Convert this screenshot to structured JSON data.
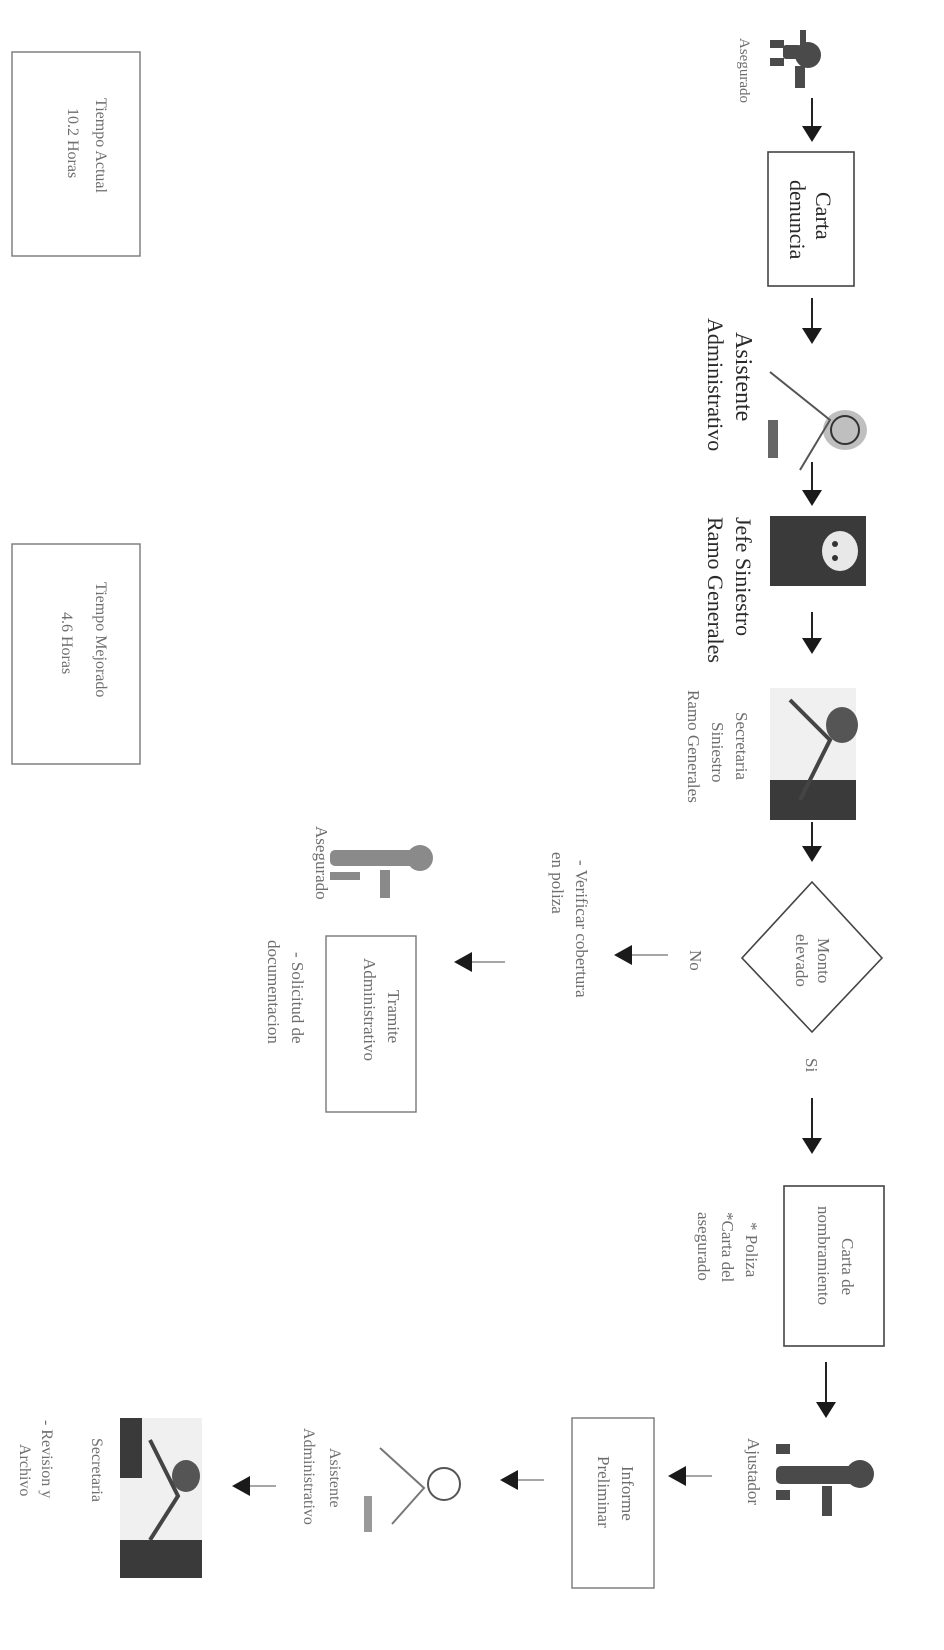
{
  "nodes": {
    "asegurado_top": "Asegurado",
    "carta_denuncia": [
      "Carta",
      "denuncia"
    ],
    "asistente_admin_top": [
      "Asistente",
      "Administrativo"
    ],
    "jefe_siniestro": [
      "Jefe Siniestro",
      "Ramo Generales"
    ],
    "secretaria_siniestro": [
      "Secretaria",
      "Siniestro",
      "Ramo Generales"
    ],
    "monto_elevado": [
      "Monto",
      "elevado"
    ],
    "branch_no": "No",
    "branch_si": "Si",
    "verificar_cobertura": [
      "- Verificar cobertura",
      "en poliza"
    ],
    "tramite_admin": [
      "Tramite",
      "Administrativo"
    ],
    "solicitud_doc": [
      "- Solicitud de",
      "documentacion"
    ],
    "asegurado_mid": "Asegurado",
    "carta_nombramiento": [
      "Carta de",
      "nombramiento"
    ],
    "poliza_notes": [
      "* Poliza",
      "*Carta del",
      "asegurado"
    ],
    "ajustador": "Ajustador",
    "informe_preliminar": [
      "Informe",
      "Preliminar"
    ],
    "asistente_admin_bottom": [
      "Asistente",
      "Administrativo"
    ],
    "secretaria_bottom": "Secretaria",
    "revision_archivo": [
      "- Revision y",
      "Archivo"
    ]
  },
  "time_boxes": {
    "actual": [
      "Tiempo Actual",
      "10.2 Horas"
    ],
    "mejorado": [
      "Tiempo Mejorado",
      "4.6 Horas"
    ]
  }
}
